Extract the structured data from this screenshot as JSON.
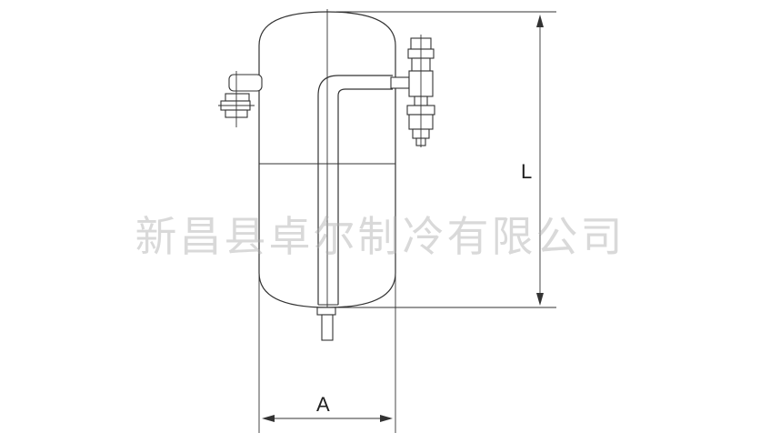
{
  "dimensions": {
    "height_label": "L",
    "width_label": "A"
  },
  "watermark": {
    "text": "新昌县卓尔制冷有限公司"
  },
  "colors": {
    "line": "#333333",
    "background": "#ffffff",
    "watermark": "#aaaaaa"
  }
}
